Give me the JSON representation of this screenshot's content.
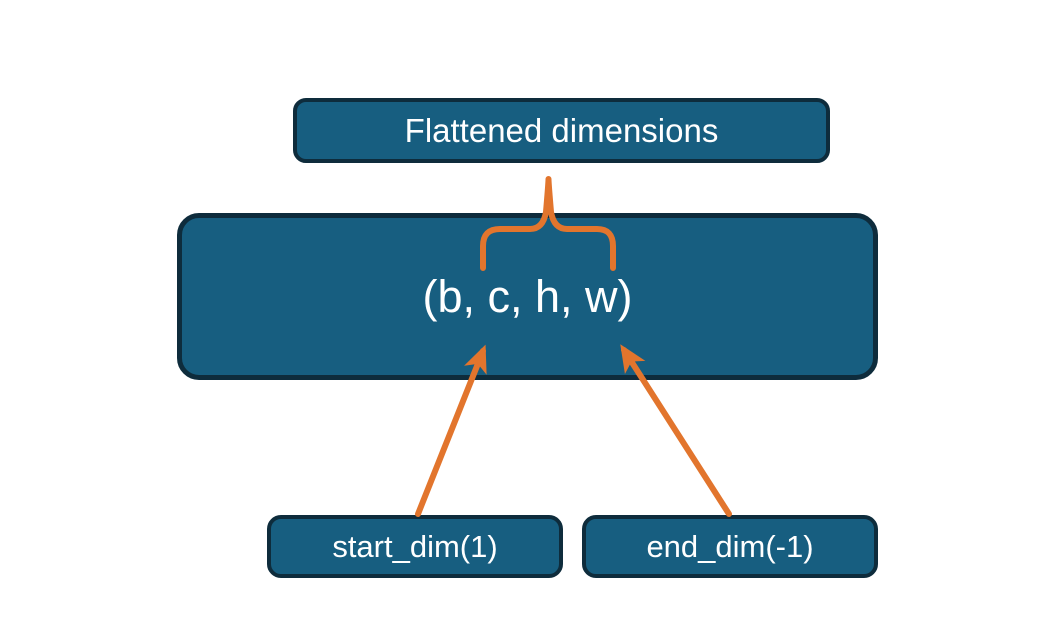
{
  "diagram": {
    "title": "Flatten start/end dimensions diagram",
    "top_box": {
      "label": "Flattened dimensions"
    },
    "middle_box": {
      "label": "(b, c, h, w)"
    },
    "bottom_left_box": {
      "label": "start_dim(1)"
    },
    "bottom_right_box": {
      "label": "end_dim(-1)"
    },
    "annotations": {
      "brace": "curly-brace-pointing-up-from-tensor-dims-to-flattened-dimensions",
      "left_arrow": "arrow-from-start_dim-box-to-dim-c",
      "right_arrow": "arrow-from-end_dim-box-to-dim-w"
    },
    "colors": {
      "background": "#FFFFFF",
      "box_fill": "#175E80",
      "box_border": "#0E2C3C",
      "text": "#FFFFFF",
      "accent_orange": "#E2752D"
    }
  }
}
